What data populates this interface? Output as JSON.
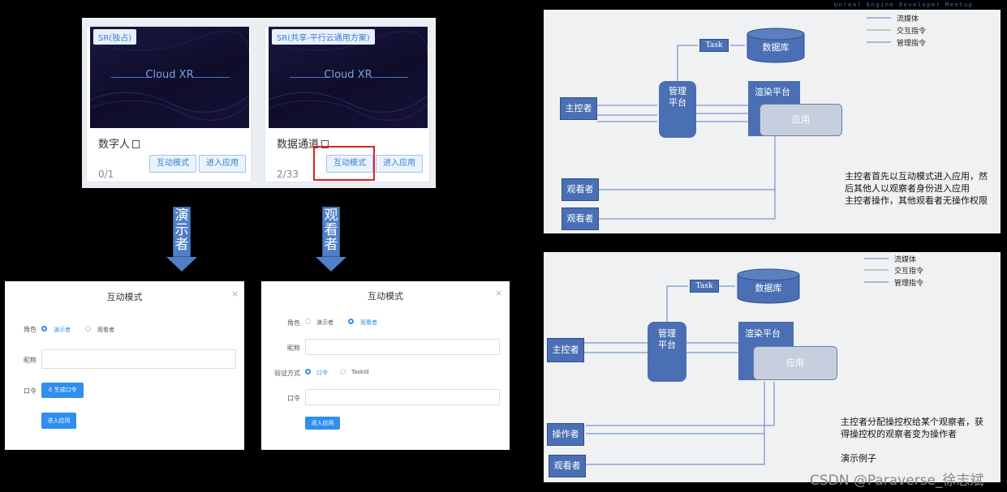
{
  "apps": [
    {
      "tag": "SR(独占)",
      "logo": "Cloud XR",
      "name": "数字人",
      "count": "0/1",
      "interactive_btn": "互动模式",
      "enter_btn": "进入应用"
    },
    {
      "tag": "SR(共享-平行云通用方案)",
      "logo": "Cloud XR",
      "name": "数据通道",
      "count": "2/33",
      "interactive_btn": "互动模式",
      "enter_btn": "进入应用"
    }
  ],
  "arrows": {
    "presenter": "演示者",
    "viewer": "观看者"
  },
  "dialog_presenter": {
    "title": "互动模式",
    "close": "×",
    "role_label": "角色",
    "role_options": [
      "演示者",
      "观看者"
    ],
    "nickname_label": "昵称",
    "password_label": "口令",
    "generate_btn": "♁ 生成口令",
    "enter_btn": "进入应用"
  },
  "dialog_viewer": {
    "title": "互动模式",
    "close": "×",
    "role_label": "角色",
    "role_options": [
      "演示者",
      "观看者"
    ],
    "nickname_label": "昵称",
    "verify_label": "验证方式",
    "verify_options": [
      "口令",
      "TaskId"
    ],
    "password_label": "口令",
    "enter_btn": "进入应用"
  },
  "header_right": "Unreal Engine Developer Meetup",
  "diagram_top": {
    "legend": [
      "流媒体",
      "交互指令",
      "管理指令"
    ],
    "task": "Task",
    "database": "数据库",
    "mgmt": "管理\n平台",
    "render": "渲染平台",
    "app": "应用",
    "controller": "主控者",
    "viewer1": "观看者",
    "viewer2": "观看者",
    "note": [
      "主控者首先以互动模式进入应用，然",
      "后其他人以观察者身份进入应用",
      "主控者操作，其他观看者无操作权限"
    ]
  },
  "diagram_bottom": {
    "legend": [
      "流媒体",
      "交互指令",
      "管理指令"
    ],
    "task": "Task",
    "database": "数据库",
    "mgmt": "管理\n平台",
    "render": "渲染平台",
    "app": "应用",
    "controller": "主控者",
    "operator": "操作者",
    "viewer": "观看者",
    "note": [
      "主控者分配操控权给某个观察者，获",
      "得操控权的观察者变为操作者",
      "",
      "演示例子"
    ]
  },
  "watermark": "CSDN @Paraverse_徐志斌"
}
